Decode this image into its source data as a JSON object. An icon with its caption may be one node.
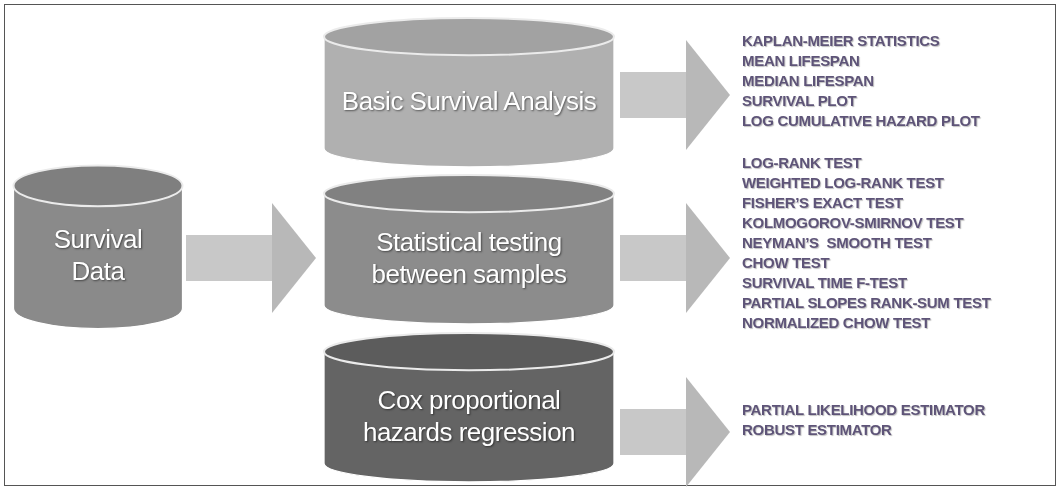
{
  "diagram": {
    "nodes": [
      {
        "text": [
          "Survival Data"
        ]
      },
      {
        "text": [
          "Basic Survival Analysis"
        ]
      },
      {
        "text": [
          "Statistical testing between samples"
        ]
      },
      {
        "text": [
          "Cox proportional hazards regression"
        ]
      },
      {
        "text": [
          "KAPLAN-MEIER STATISTICS",
          "MEAN LIFESPAN",
          "MEDIAN LIFESPAN",
          "SURVIVAL PLOT",
          "LOG CUMULATIVE HAZARD PLOT"
        ]
      },
      {
        "text": [
          "LOG-RANK TEST",
          "WEIGHTED LOG-RANK TEST",
          "FISHER’S EXACT TEST",
          "KOLMOGOROV-SMIRNOV TEST",
          "NEYMAN’S  SMOOTH TEST",
          "CHOW TEST",
          "SURVIVAL TIME F-TEST",
          "PARTIAL SLOPES RANK-SUM TEST",
          "NORMALIZED CHOW TEST"
        ]
      },
      {
        "text": [
          "PARTIAL LIKELIHOOD ESTIMATOR",
          "ROBUST ESTIMATOR"
        ]
      }
    ],
    "edges": [
      {
        "from": 0,
        "to": 2,
        "arrow": "to"
      },
      {
        "from": 1,
        "to": 4,
        "arrow": "to"
      },
      {
        "from": 2,
        "to": 5,
        "arrow": "to"
      },
      {
        "from": 3,
        "to": 6,
        "arrow": "to"
      }
    ]
  }
}
